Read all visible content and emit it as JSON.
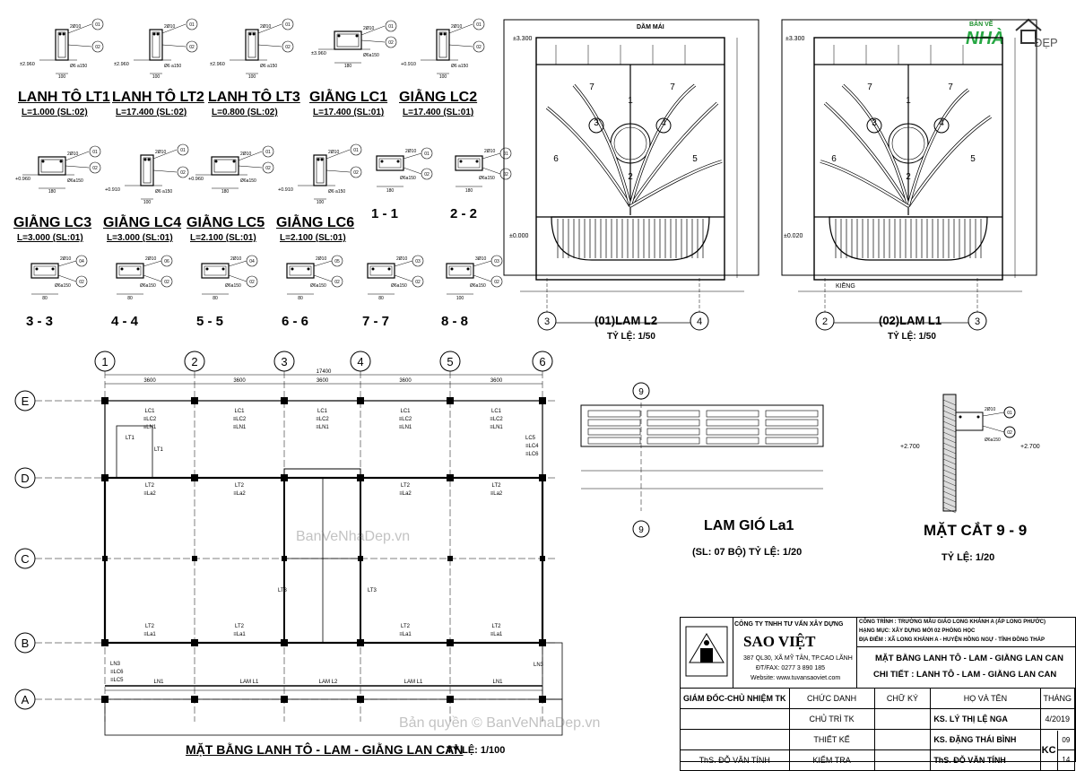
{
  "small_sections": [
    {
      "id": "lt1",
      "title": "LANH TÔ LT1",
      "sub": "L=1.000 (SL:02)",
      "level": "±2.960",
      "bars": "2Ø10",
      "stirrup": "Ø6 a150",
      "dim": "100",
      "balloon": "01"
    },
    {
      "id": "lt2",
      "title": "LANH TÔ LT2",
      "sub": "L=17.400 (SL:02)",
      "level": "±2.960",
      "bars": "2Ø10",
      "stirrup": "Ø6 a150",
      "dim": "100",
      "balloon": "01"
    },
    {
      "id": "lt3",
      "title": "LANH TÔ LT3",
      "sub": "L=0.800 (SL:02)",
      "level": "±2.960",
      "bars": "2Ø10",
      "stirrup": "Ø6 a150",
      "dim": "100",
      "balloon": "01"
    },
    {
      "id": "lc1",
      "title": "GIẰNG LC1",
      "sub": "L=17.400 (SL:01)",
      "level": "±3.960",
      "bars": "2Ø10",
      "stirrup": "Ø6a150",
      "dim": "180",
      "balloon": "01"
    },
    {
      "id": "lc2",
      "title": "GIẰNG LC2",
      "sub": "L=17.400 (SL:01)",
      "level": "+0.910",
      "bars": "2Ø10",
      "stirrup": "Ø6 a150",
      "dim": "100",
      "balloon": "01"
    },
    {
      "id": "lc3",
      "title": "GIẰNG LC3",
      "sub": "L=3.000 (SL:01)",
      "level": "+0.960",
      "bars": "2Ø10",
      "stirrup": "Ø6a150",
      "dim": "180",
      "balloon": "01"
    },
    {
      "id": "lc4",
      "title": "GIẰNG LC4",
      "sub": "L=3.000 (SL:01)",
      "level": "+0.910",
      "bars": "2Ø10",
      "stirrup": "Ø6 a150",
      "dim": "100",
      "balloon": "01"
    },
    {
      "id": "lc5",
      "title": "GIẰNG LC5",
      "sub": "L=2.100 (SL:01)",
      "level": "+0.960",
      "bars": "2Ø10",
      "stirrup": "Ø6a150",
      "dim": "180",
      "balloon": "01"
    },
    {
      "id": "lc6",
      "title": "GIẰNG LC6",
      "sub": "L=2.100 (SL:01)",
      "level": "+0.910",
      "bars": "2Ø10",
      "stirrup": "Ø6 a150",
      "dim": "100",
      "balloon": "01"
    }
  ],
  "cut_sections": [
    {
      "label": "1 - 1",
      "bars": "2Ø10",
      "stirrup": "Ø6a150",
      "dim": "180",
      "balloon": "01"
    },
    {
      "label": "2 - 2",
      "bars": "2Ø10",
      "stirrup": "Ø6a150",
      "dim": "180",
      "balloon": "01"
    },
    {
      "label": "3 - 3",
      "bars": "2Ø10",
      "stirrup": "Ø6a150",
      "dim": "80",
      "balloon": "04"
    },
    {
      "label": "4 - 4",
      "bars": "2Ø10",
      "stirrup": "Ø6a150",
      "dim": "80",
      "balloon": "06"
    },
    {
      "label": "5 - 5",
      "bars": "2Ø10",
      "stirrup": "Ø6a150",
      "dim": "80",
      "balloon": "04"
    },
    {
      "label": "6 - 6",
      "bars": "2Ø10",
      "stirrup": "Ø6a150",
      "dim": "80",
      "balloon": "05"
    },
    {
      "label": "7 - 7",
      "bars": "2Ø10",
      "stirrup": "Ø6a150",
      "dim": "80",
      "balloon": "03"
    },
    {
      "label": "8 - 8",
      "bars": "3Ø10",
      "stirrup": "Ø6a150",
      "dim": "100",
      "balloon": "03"
    }
  ],
  "lam_l2": {
    "title": "(01)LAM L2",
    "scale": "TỶ LỆ: 1/50",
    "axes": [
      "3",
      "4"
    ],
    "top_label": "DẦM MÁI",
    "level_top": "±3.300",
    "level_bottom": "±0.000"
  },
  "lam_l1": {
    "title": "(02)LAM L1",
    "scale": "TỶ LỆ: 1/50",
    "axes": [
      "2",
      "3"
    ],
    "level_top": "±3.300",
    "level_bottom": "±0.020",
    "note": "KIỀNG"
  },
  "lam_gio": {
    "title": "LAM GIÓ La1",
    "sub": "(SL: 07 BỘ) TỶ LỆ: 1/20",
    "axis": "9"
  },
  "mat_cat": {
    "title": "MẶT CẮT 9 - 9",
    "scale": "TỶ LỆ: 1/20",
    "level1": "+2.700",
    "level2": "+2.700"
  },
  "plan": {
    "title": "MẶT BẰNG LANH TÔ - LAM - GIẰNG LAN CAN",
    "scale": "TỶ LỆ: 1/100",
    "col_axes": [
      "1",
      "2",
      "3",
      "4",
      "5",
      "6"
    ],
    "row_axes": [
      "E",
      "D",
      "C",
      "B",
      "A"
    ],
    "overall_dim": "17400",
    "bay_dims": [
      "3600",
      "3600",
      "3600",
      "3600",
      "3600"
    ],
    "labels_top": [
      "LC1",
      "≡LC2",
      "≡LN1"
    ],
    "labels_d": [
      "LT2",
      "≡La2"
    ],
    "labels_b": [
      "LT2",
      "≡La1"
    ],
    "labels_a": [
      "LN1",
      "LAM L1",
      "LAM L2",
      "LAM L1",
      "LN1"
    ],
    "side_left": [
      "LN3",
      "≡LC6",
      "≡LC5"
    ],
    "side_right": [
      "LC5",
      "≡LC4",
      "≡LC6"
    ],
    "lt1": "LT1",
    "lt3": "LT3",
    "ln3": "LN3"
  },
  "watermarks": [
    "BanVeNhaDep.vn",
    "Bản quyền © BanVeNhaDep.vn"
  ],
  "logo": {
    "top": "BẢN VẼ",
    "main": "NHÀ",
    "right": "ĐẸP"
  },
  "title_block": {
    "company": "CÔNG TY TNHH TƯ VẤN XÂY DỰNG",
    "company_name": "SAO VIỆT",
    "address": "387 QL30, XÃ MỸ TÂN, TP.CAO LÃNH",
    "phone": "ĐT/FAX: 0277 3 890 185",
    "website": "Website: www.tuvansaoviet.com",
    "project": "CÔNG TRÌNH : TRƯỜNG MẪU GIÁO LONG KHÁNH A (ẤP LONG PHƯỚC)",
    "item": "HẠNG MỤC: XÂY DỰNG MỚI 02 PHÒNG HỌC",
    "location": "ĐỊA ĐIỂM : XÃ LONG KHÁNH A - HUYỆN HỒNG NGỰ - TỈNH ĐỒNG THÁP",
    "sheet_title1": "MẶT BẰNG LANH TÔ - LAM - GIẰNG LAN CAN",
    "sheet_title2": "CHI TIẾT : LANH TÔ - LAM - GIẰNG LAN CAN",
    "header": [
      "GIÁM ĐỐC-CHỦ NHIỆM TK",
      "CHỨC DANH",
      "CHỮ KÝ",
      "HỌ VÀ TÊN",
      "THÁNG"
    ],
    "rows": [
      {
        "role": "CHỦ TRÌ TK",
        "name": "KS. LÝ THỊ LỆ NGA",
        "date": "4/2019"
      },
      {
        "role": "THIẾT KẾ",
        "name": "KS. ĐẶNG THÁI BÌNH",
        "date": ""
      },
      {
        "role": "KIỂM TRA",
        "name": "ThS. ĐỖ VĂN TÍNH",
        "date": ""
      }
    ],
    "director": "ThS. ĐỖ VĂN TÍNH",
    "code": "KC",
    "sheet_no": "09",
    "total": "14"
  }
}
